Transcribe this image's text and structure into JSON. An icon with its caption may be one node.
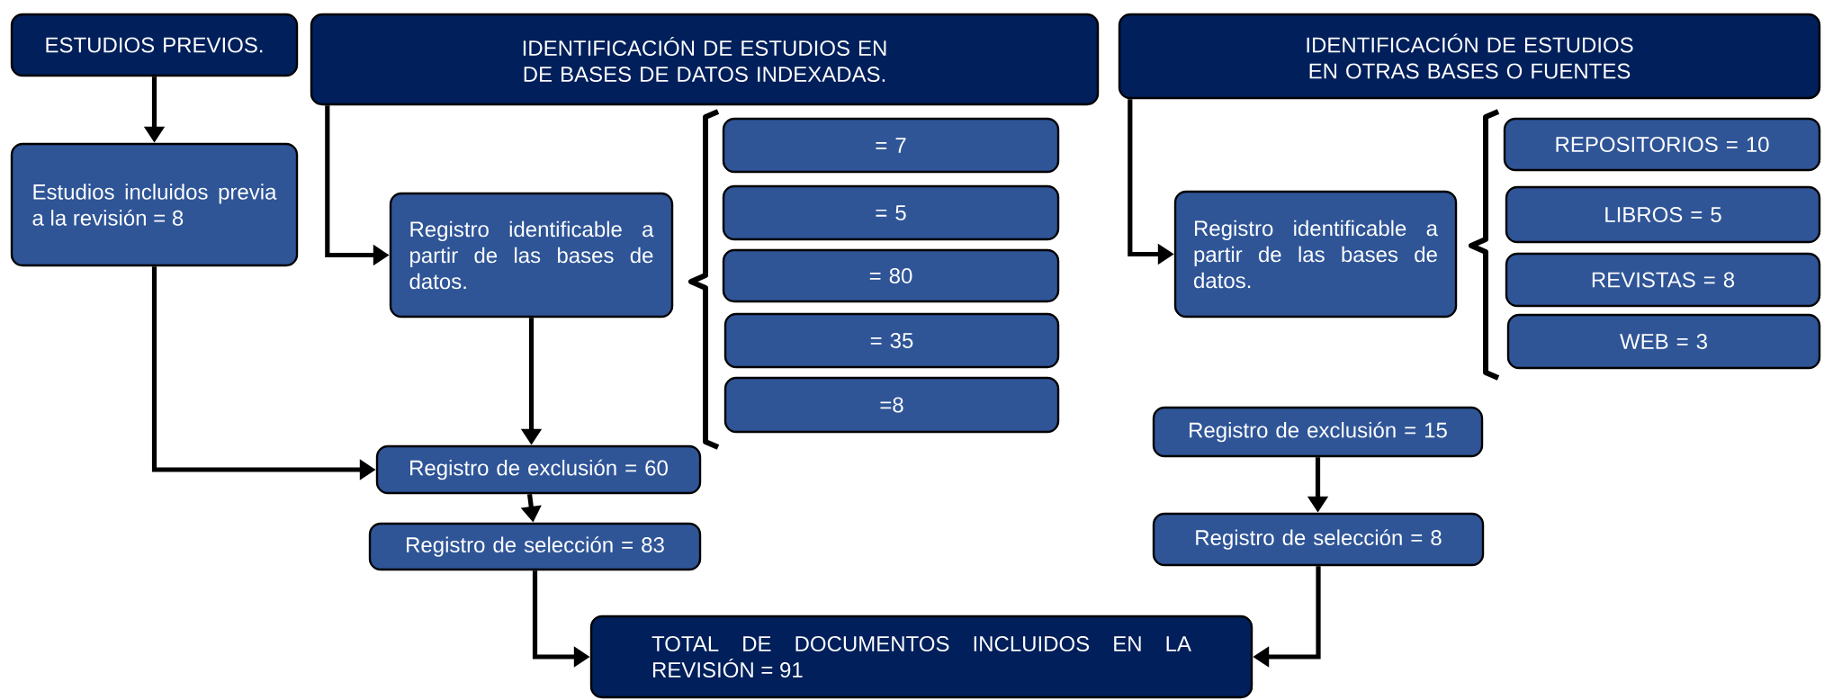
{
  "diagram": {
    "nodes": [
      {
        "text": [
          "ESTUDIOS PREVIOS."
        ]
      },
      {
        "text": [
          "IDENTIFICACIÓN DE ESTUDIOS EN DE BASES DE DATOS INDEXADAS."
        ]
      },
      {
        "text": [
          "IDENTIFICACIÓN DE ESTUDIOS EN OTRAS BASES O FUENTES"
        ]
      },
      {
        "text": [
          "Estudios incluidos previa a la revisión = 8"
        ]
      },
      {
        "text": [
          "Registro identificable a partir de las bases de datos."
        ]
      },
      {
        "text": [
          "= 7"
        ]
      },
      {
        "text": [
          "= 5"
        ]
      },
      {
        "text": [
          "= 80"
        ]
      },
      {
        "text": [
          "= 35"
        ]
      },
      {
        "text": [
          "=8"
        ]
      },
      {
        "text": [
          "Registro de exclusión = 60"
        ]
      },
      {
        "text": [
          "Registro de selección = 83"
        ]
      },
      {
        "text": [
          "Registro identificable a partir de las bases de datos."
        ]
      },
      {
        "text": [
          "REPOSITORIOS = 10"
        ]
      },
      {
        "text": [
          "LIBROS = 5"
        ]
      },
      {
        "text": [
          "REVISTAS = 8"
        ]
      },
      {
        "text": [
          "WEB = 3"
        ]
      },
      {
        "text": [
          "Registro de exclusión = 15"
        ]
      },
      {
        "text": [
          "Registro de selección = 8"
        ]
      },
      {
        "text": [
          "TOTAL DE DOCUMENTOS INCLUIDOS EN LA REVISIÓN = 91"
        ]
      }
    ],
    "edges": [
      {
        "from": 0,
        "to": 3,
        "arrow": "to"
      },
      {
        "from": 1,
        "to": 4,
        "arrow": "to"
      },
      {
        "from": 2,
        "to": 12,
        "arrow": "to"
      },
      {
        "from": 3,
        "to": 10,
        "arrow": "to"
      },
      {
        "from": 4,
        "to": 10,
        "arrow": "to"
      },
      {
        "from": 10,
        "to": 11,
        "arrow": "to"
      },
      {
        "from": 11,
        "to": 19,
        "arrow": "to"
      },
      {
        "from": 17,
        "to": 18,
        "arrow": "to"
      },
      {
        "from": 18,
        "to": 19,
        "arrow": "to"
      }
    ]
  }
}
